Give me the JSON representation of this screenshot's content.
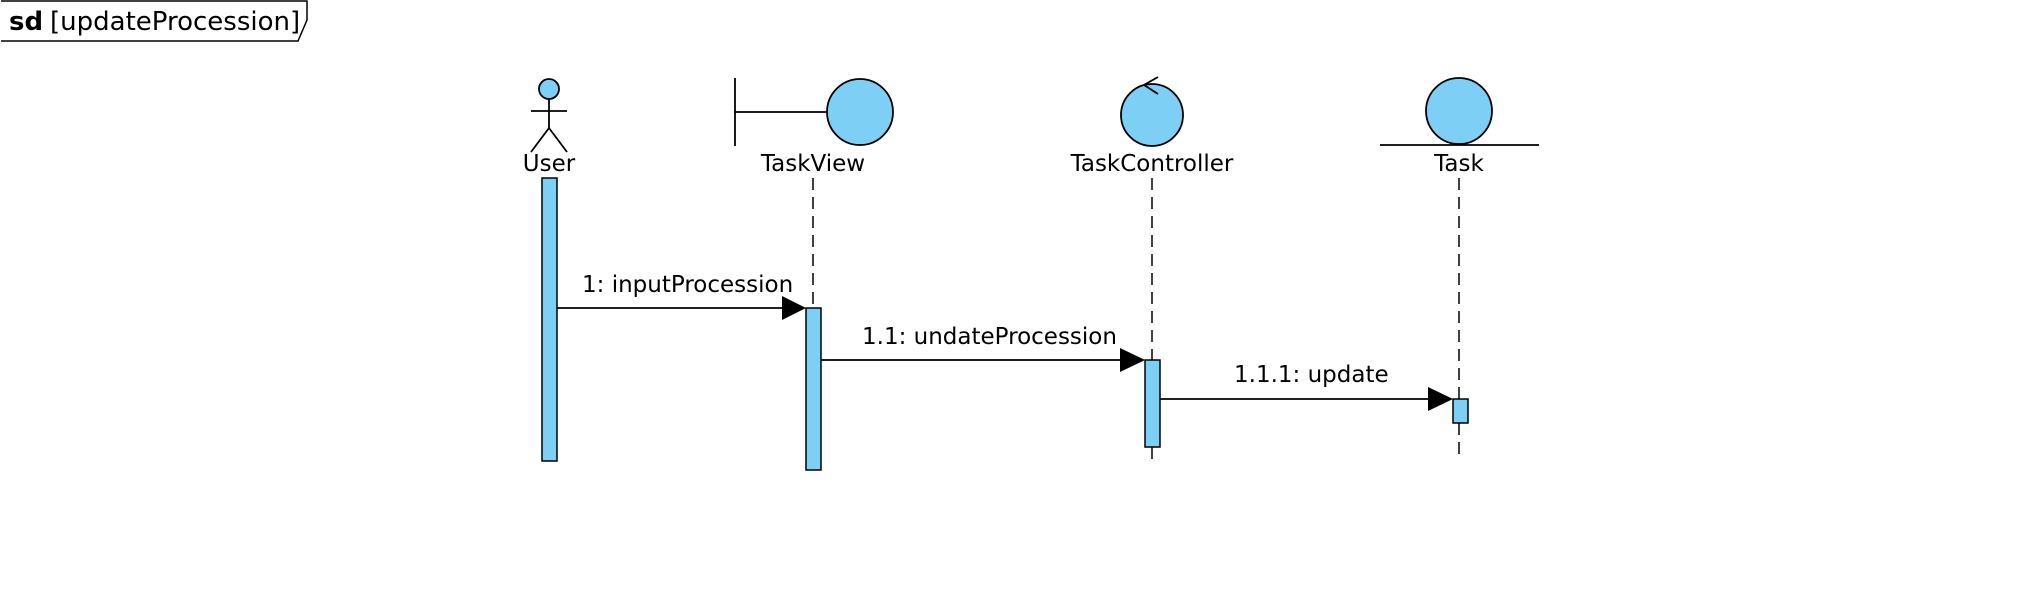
{
  "frame": {
    "keyword": "sd",
    "name": "[updateProcession]"
  },
  "lifelines": [
    {
      "name": "User",
      "kind": "actor"
    },
    {
      "name": "TaskView",
      "kind": "boundary"
    },
    {
      "name": "TaskController",
      "kind": "control"
    },
    {
      "name": "Task",
      "kind": "entity"
    }
  ],
  "messages": [
    {
      "label": "1: inputProcession",
      "from": "User",
      "to": "TaskView"
    },
    {
      "label": "1.1: undateProcession",
      "from": "TaskView",
      "to": "TaskController"
    },
    {
      "label": "1.1.1: update",
      "from": "TaskController",
      "to": "Task"
    }
  ],
  "colors": {
    "fill": "#7ecff5",
    "stroke": "#000000"
  }
}
